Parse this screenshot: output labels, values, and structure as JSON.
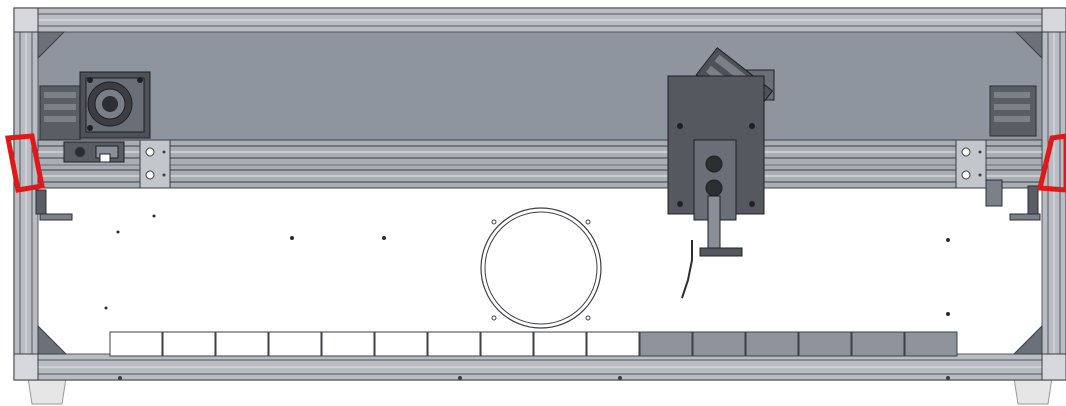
{
  "colors": {
    "frame": "#8d9096",
    "frame_light": "#c9cbd0",
    "frame_dark": "#3d3f44",
    "back_panel": "#8f959e",
    "white_panel": "#ffffff",
    "bottom_slots_light": "#ffffff",
    "bottom_slots_dark": "#8f939c",
    "mount_dark": "#555860",
    "highlight_marker": "#e01818",
    "feet": "#e8e8e8"
  },
  "components": {
    "left_mount": "lens-mount",
    "right_mount": "kinematic-mirror-mount",
    "left_motor": "stepper-motor",
    "right_motor": "stepper-motor",
    "center_port": "circular-port",
    "left_marker": "red-bracket-marker",
    "right_marker": "red-bracket-marker"
  },
  "bottom_row": {
    "light_slots": 10,
    "dark_slots": 6
  }
}
